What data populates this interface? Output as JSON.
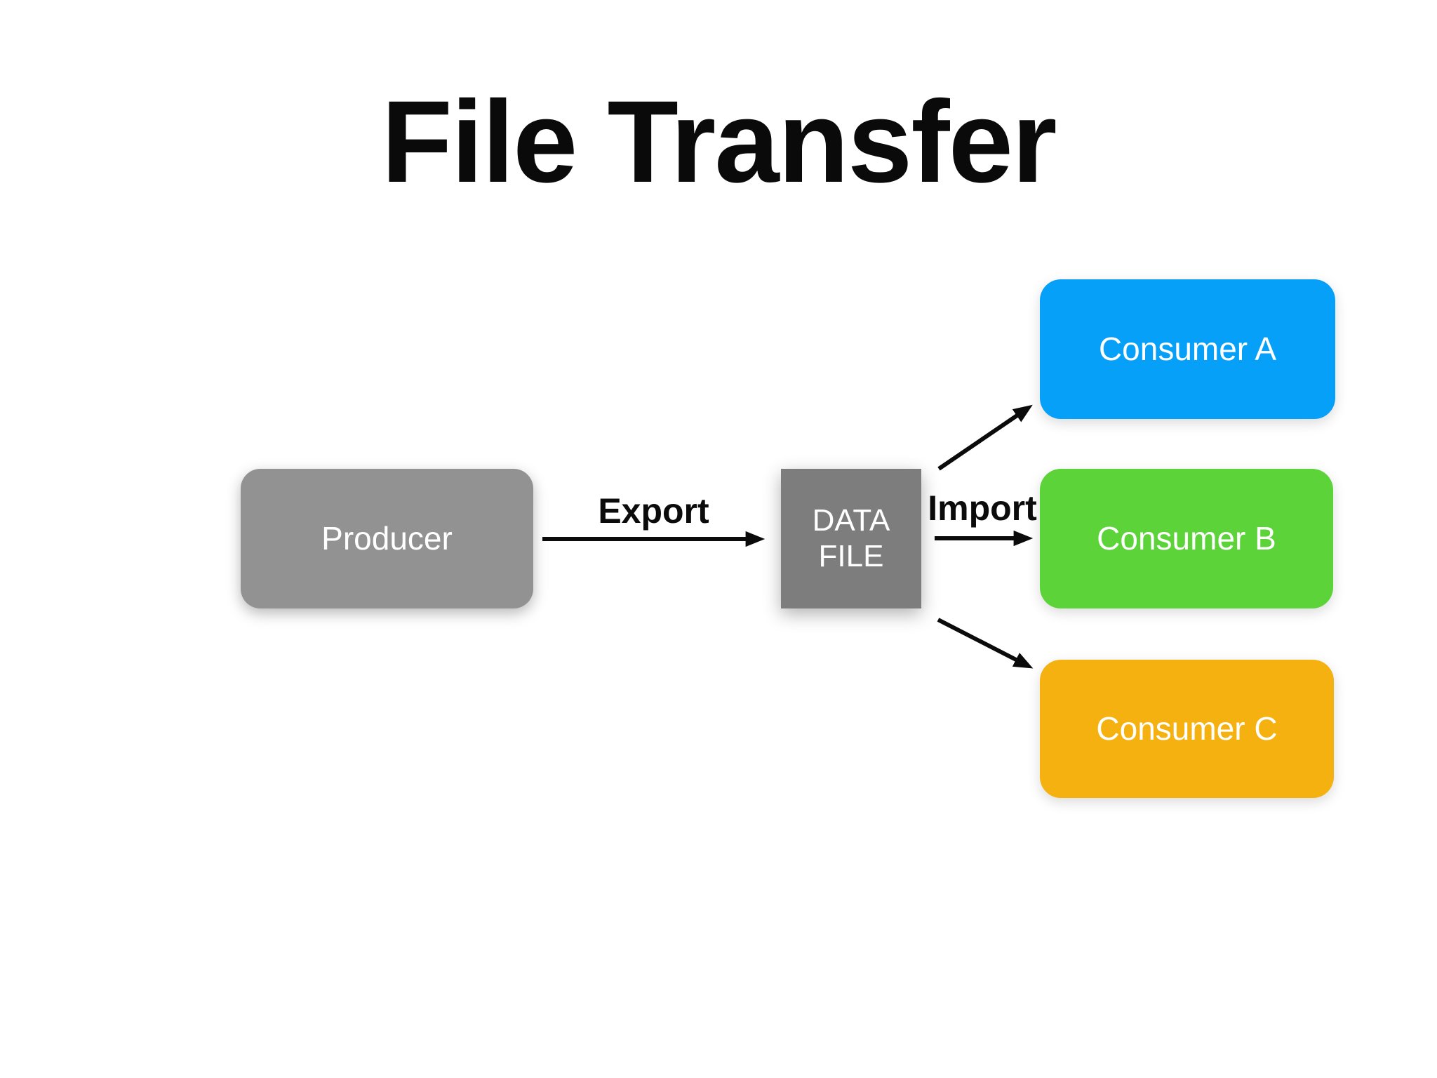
{
  "title": "File Transfer",
  "diagram": {
    "title_color": "#0a0a0a",
    "arrow_color": "#0b0b0b",
    "nodes": {
      "producer": {
        "label": "Producer",
        "color": "#929292",
        "text_color": "#ffffff"
      },
      "data_file": {
        "label": "DATA FILE",
        "lines": [
          "DATA",
          "FILE"
        ],
        "color": "#7d7d7d",
        "text_color": "#ffffff"
      },
      "consumer_a": {
        "label": "Consumer A",
        "color": "#06a0f9",
        "text_color": "#ffffff"
      },
      "consumer_b": {
        "label": "Consumer B",
        "color": "#5bd339",
        "text_color": "#ffffff"
      },
      "consumer_c": {
        "label": "Consumer C",
        "color": "#f4b110",
        "text_color": "#ffffff"
      }
    },
    "edges": [
      {
        "from": "Producer",
        "to": "DATA FILE",
        "label": "Export"
      },
      {
        "from": "DATA FILE",
        "to": "Consumer A",
        "label": ""
      },
      {
        "from": "DATA FILE",
        "to": "Consumer B",
        "label": "Import"
      },
      {
        "from": "DATA FILE",
        "to": "Consumer C",
        "label": ""
      }
    ]
  }
}
